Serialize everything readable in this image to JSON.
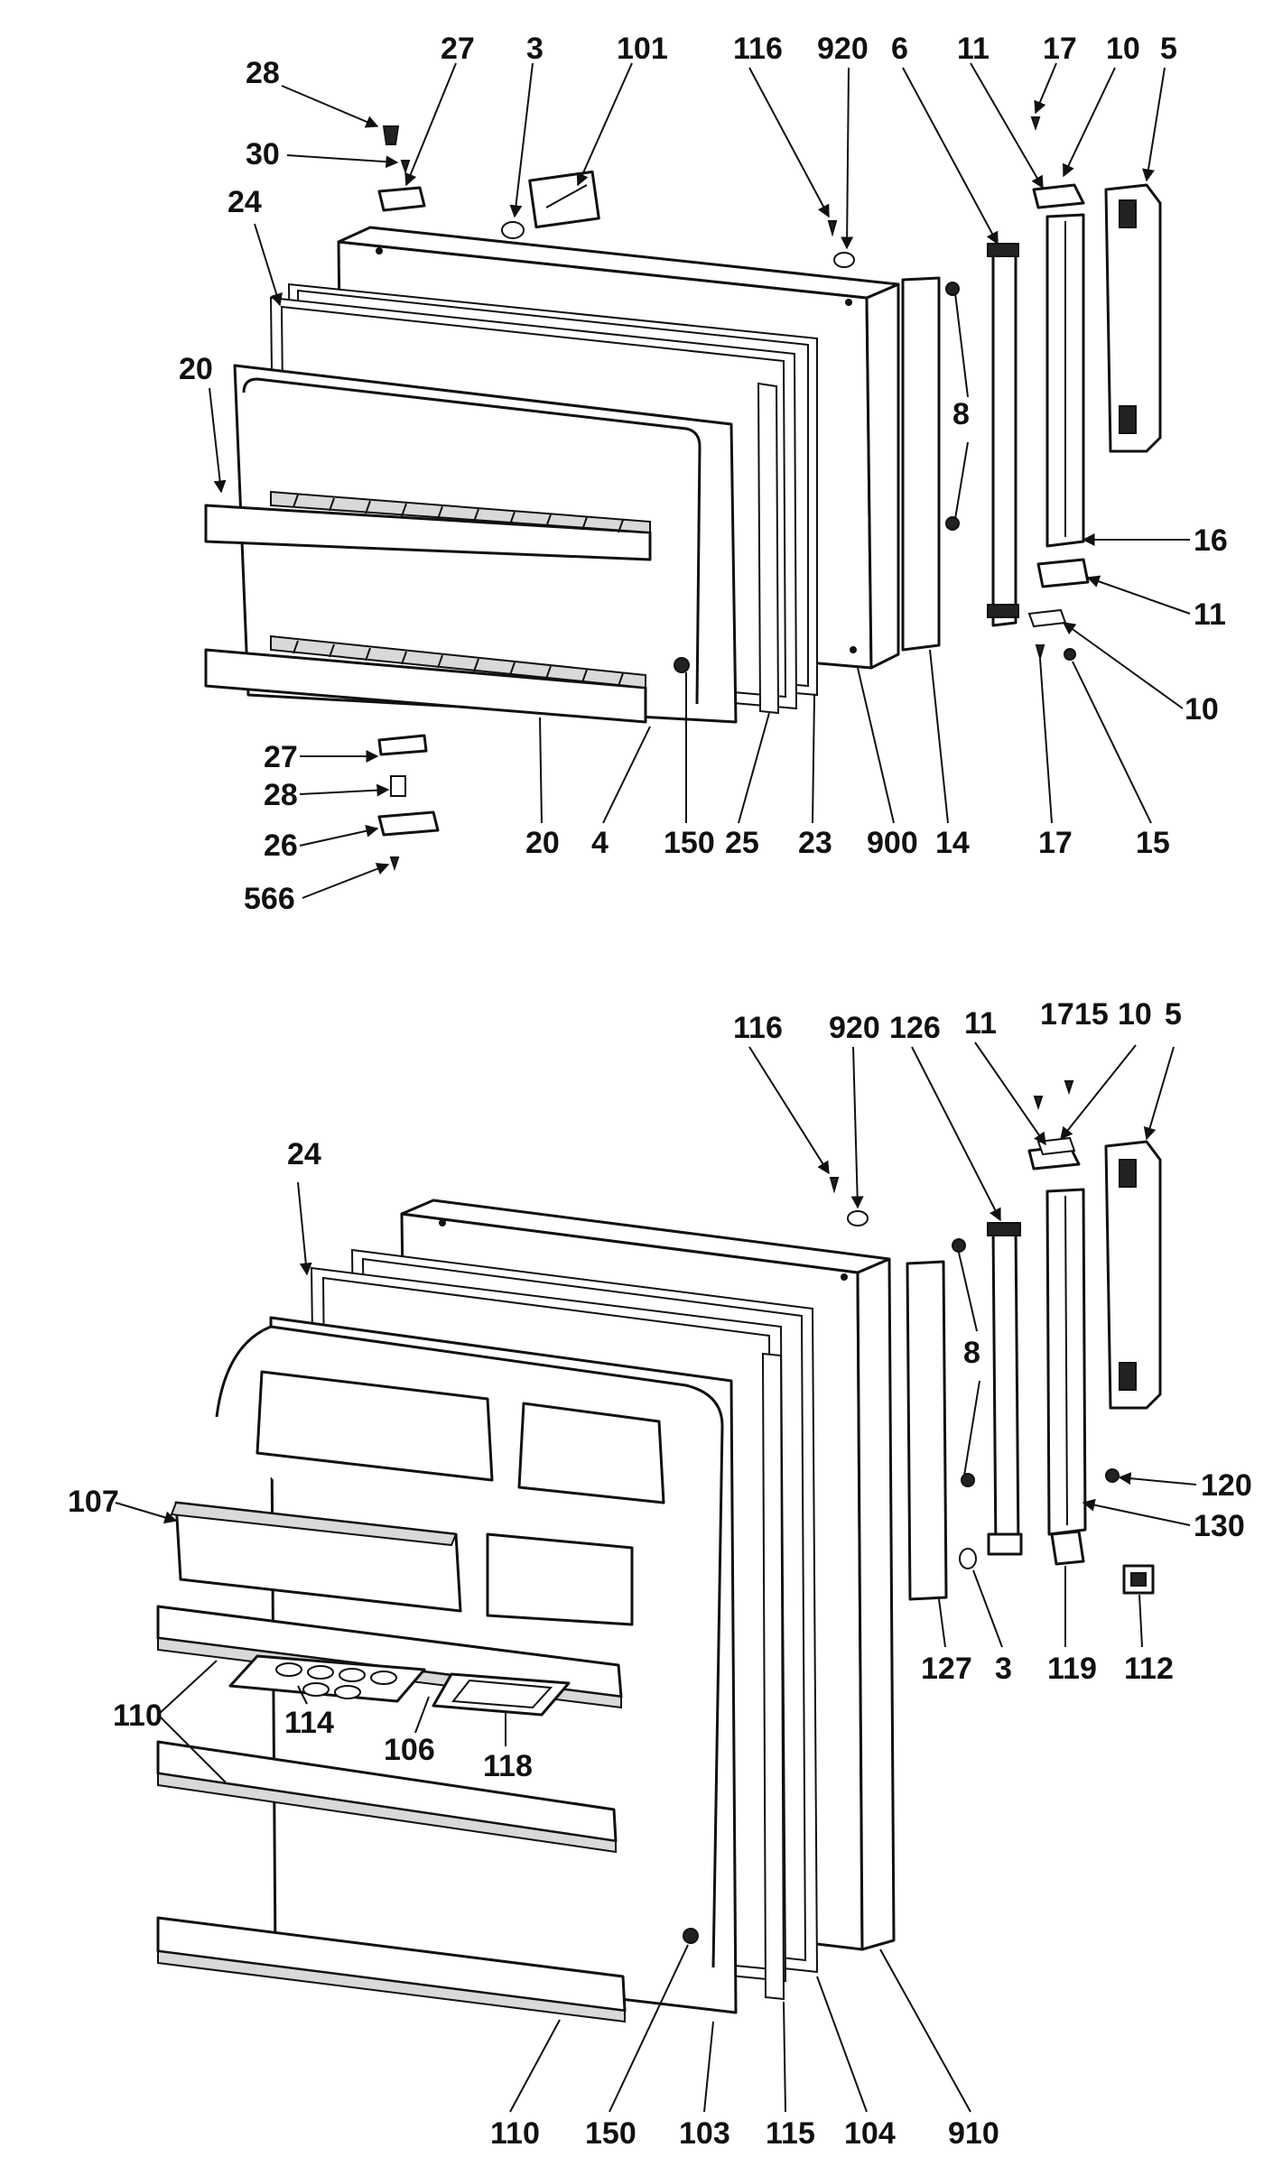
{
  "callouts_upper": [
    "28",
    "27",
    "3",
    "101",
    "116",
    "920",
    "6",
    "11",
    "17",
    "10",
    "5",
    "30",
    "24",
    "20",
    "8",
    "16",
    "11",
    "10",
    "27",
    "28",
    "26",
    "566",
    "20",
    "4",
    "150",
    "25",
    "23",
    "900",
    "14",
    "17",
    "15"
  ],
  "callouts_lower": [
    "116",
    "920",
    "126",
    "11",
    "17",
    "15",
    "10",
    "5",
    "24",
    "8",
    "120",
    "107",
    "130",
    "110",
    "114",
    "106",
    "118",
    "127",
    "3",
    "119",
    "112",
    "110",
    "150",
    "103",
    "115",
    "104",
    "910"
  ]
}
